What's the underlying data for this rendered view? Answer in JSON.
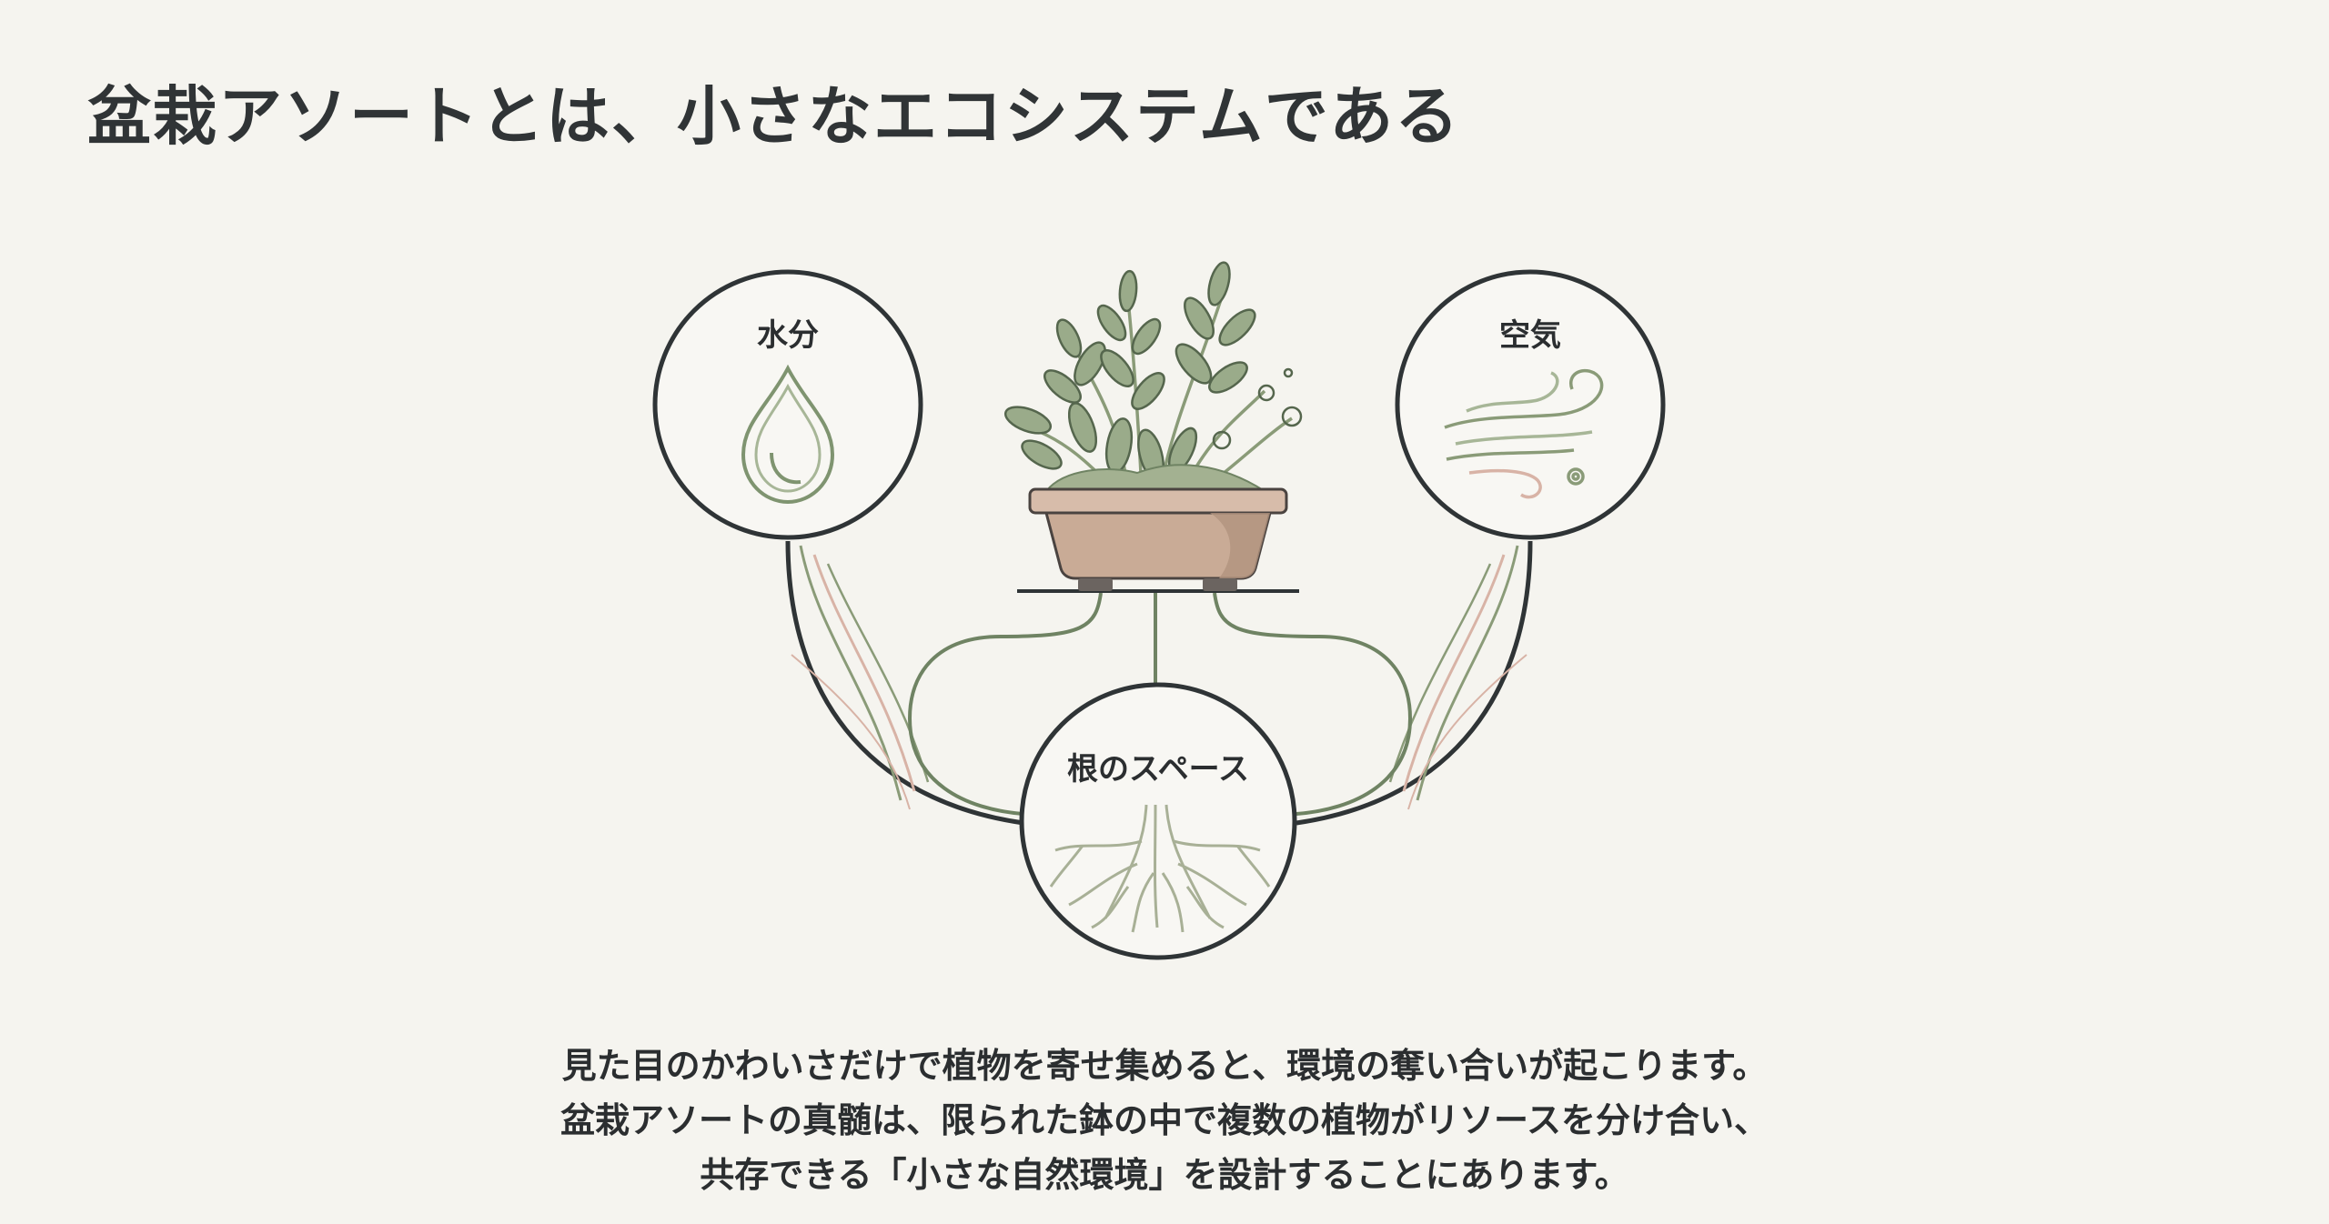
{
  "title": "盆栽アソートとは、小さなエコシステムである",
  "nodes": {
    "water": {
      "label": "水分",
      "icon": "water-drop-icon"
    },
    "air": {
      "label": "空気",
      "icon": "wind-icon"
    },
    "roots": {
      "label": "根のスペース",
      "icon": "roots-icon"
    }
  },
  "center": {
    "icon": "bonsai-pot-icon"
  },
  "body": {
    "line1": "見た目のかわいさだけで植物を寄せ集めると、環境の奪い合いが起こります。",
    "line2": "盆栽アソートの真髄は、限られた鉢の中で複数の植物がリソースを分け合い、",
    "line3": "共存できる「小さな自然環境」を設計することにあります。"
  },
  "colors": {
    "background": "#f5f4ef",
    "outline": "#2f3436",
    "sage": "#8a9b78",
    "sage_dark": "#6f8363",
    "pot": "#c9ab96",
    "pot_shade": "#a98c78",
    "accent_pink": "#d8b3a6"
  }
}
